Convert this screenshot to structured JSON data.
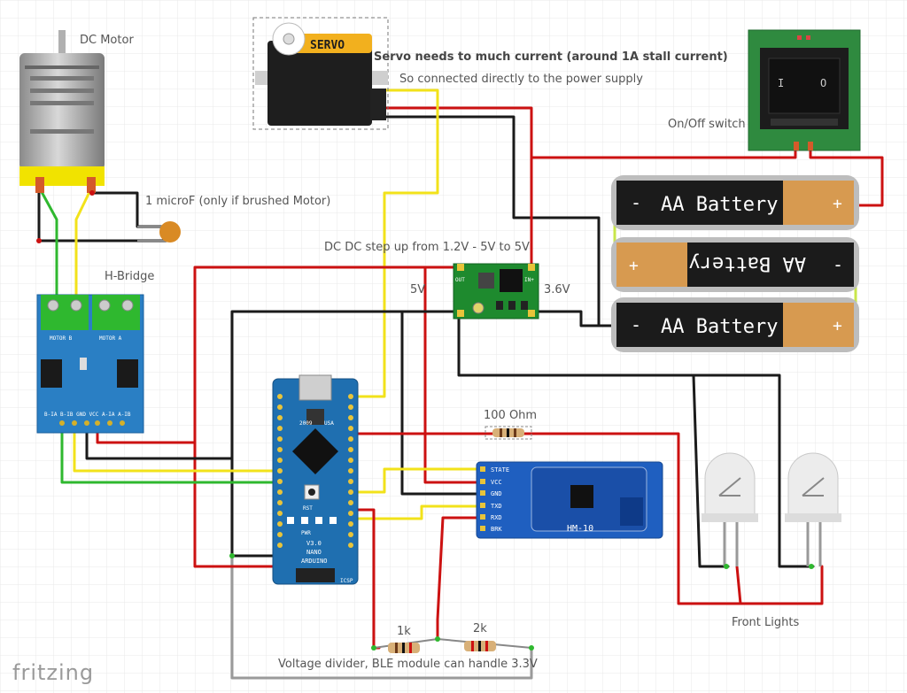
{
  "labels": {
    "dc_motor": "DC Motor",
    "servo_note_1": "Servo needs to much current (around 1A stall current)",
    "servo_note_2": "So connected directly to the power supply",
    "on_off_switch": "On/Off switch",
    "capacitor": "1 microF (only if brushed Motor)",
    "h_bridge": "H-Bridge",
    "dcdc": "DC DC step up from 1.2V - 5V to 5V",
    "v5": "5V",
    "v36": "3.6V",
    "r100": "100 Ohm",
    "front_lights": "Front Lights",
    "r1k": "1k",
    "r2k": "2k",
    "divider_note": "Voltage divider, BLE module can handle 3.3V",
    "fritzing": "fritzing"
  },
  "components": {
    "servo_text": "SERVO",
    "battery_1": "AA Battery",
    "battery_2": "AA Battery",
    "battery_3": "AA Battery",
    "battery_minus": "-",
    "battery_plus": "+",
    "hm10_model": "HM-10",
    "hm10_pins": [
      "STATE",
      "VCC",
      "GND",
      "TXD",
      "RXD",
      "BRK"
    ],
    "nano_label_1": "ARDUINO",
    "nano_label_2": "NANO",
    "nano_label_3": "V3.0",
    "nano_year": "2009",
    "nano_usa": "USA",
    "nano_rst": "RST",
    "nano_pwr": "PWR",
    "nano_icsp": "ICSP",
    "hbridge_motor_b": "MOTOR B",
    "hbridge_motor_a": "MOTOR A",
    "hbridge_pins": "B-IA B-IB GND VCC A-IA A-IB",
    "dcdc_in": "IN+",
    "dcdc_out": "OUT",
    "switch_on": "I",
    "switch_off": "O"
  },
  "colors": {
    "wire_red": "#cc1111",
    "wire_black": "#1a1a1a",
    "wire_yellow": "#f2e21a",
    "wire_green": "#2fb82f",
    "wire_grey": "#9a9a9a",
    "board_blue": "#1f6fb0",
    "hm10_blue": "#1f5fc0",
    "dcdc_green": "#1e8a2e",
    "switch_green": "#2f8a3f",
    "grid": "#e8e8e8"
  }
}
